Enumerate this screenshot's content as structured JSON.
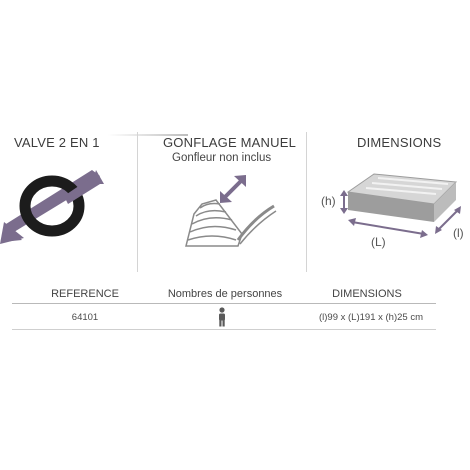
{
  "features": {
    "valve": {
      "title": "VALVE 2 EN 1",
      "icon": "valve-2-in-1-icon"
    },
    "inflation": {
      "title": "GONFLAGE MANUEL",
      "subtitle": "Gonfleur non inclus",
      "icon": "manual-pump-icon"
    },
    "dimensions": {
      "title": "DIMENSIONS",
      "icon": "mattress-dimensions-icon",
      "labels": {
        "height": "(h)",
        "length": "(L)",
        "width": "(l)"
      }
    }
  },
  "spec_table": {
    "headers": [
      "REFERENCE",
      "Nombres de personnes",
      "DIMENSIONS"
    ],
    "rows": [
      {
        "reference": "64101",
        "persons_icon": "person-icon",
        "persons_count": 1,
        "dimensions": "(l)99 x (L)191 x (h)25 cm"
      }
    ]
  },
  "colors": {
    "arrow_purple": "#7b6d8d",
    "text_dark": "#3c3c3c",
    "divider": "#d4d4d4",
    "mattress_gray": "#a3a3a3"
  }
}
